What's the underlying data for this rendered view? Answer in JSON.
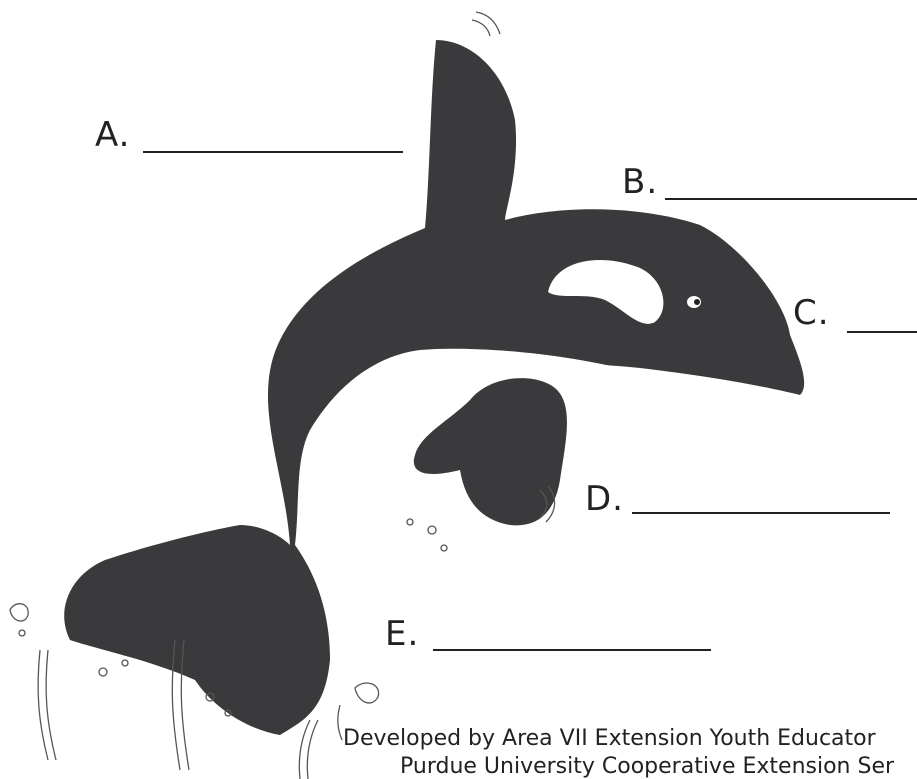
{
  "labels": [
    {
      "letter": "A."
    },
    {
      "letter": "B."
    },
    {
      "letter": "C."
    },
    {
      "letter": "D."
    },
    {
      "letter": "E."
    }
  ],
  "credit": {
    "line1": "Developed by Area VII Extension Youth Educator",
    "line2": "Purdue University Cooperative Extension Ser"
  },
  "colors": {
    "whale_body": "#3a3a3c",
    "ink": "#222222",
    "background": "#ffffff"
  },
  "icons": {
    "main": "orca-whale-illustration"
  }
}
